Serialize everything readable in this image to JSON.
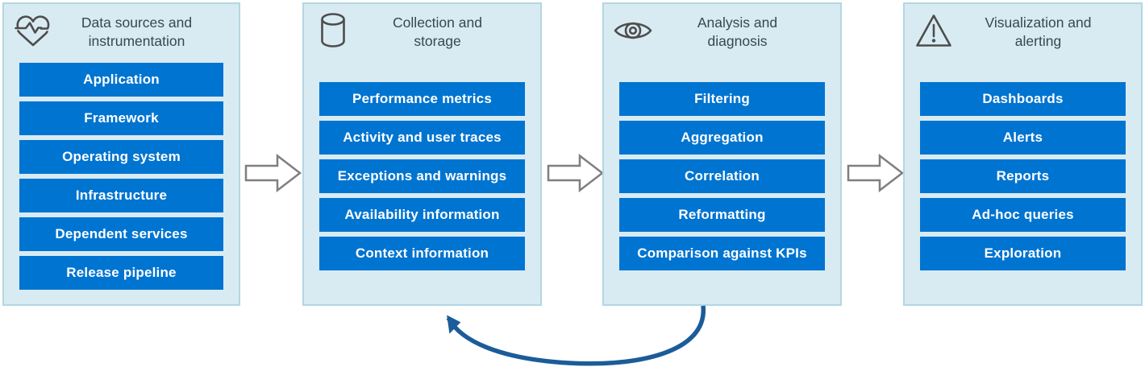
{
  "colors": {
    "item_fill": "#0074d1",
    "item_text": "#ffffff",
    "panel_fill": "#d9ebf2",
    "panel_border": "#b1d7e3",
    "title_text": "#37474f",
    "icon_stroke": "#4d4d4d",
    "flow_arrow_fill": "#ffffff",
    "flow_arrow_stroke": "#7f7f7f",
    "feedback_arrow": "#1b5c99"
  },
  "columns": [
    {
      "title": "Data sources and\ninstrumentation",
      "icon": "heartbeat-icon",
      "items": [
        "Application",
        "Framework",
        "Operating system",
        "Infrastructure",
        "Dependent services",
        "Release pipeline"
      ]
    },
    {
      "title": "Collection and\nstorage",
      "icon": "database-icon",
      "items": [
        "Performance metrics",
        "Activity and user traces",
        "Exceptions and warnings",
        "Availability information",
        "Context information"
      ]
    },
    {
      "title": "Analysis and\ndiagnosis",
      "icon": "eye-icon",
      "items": [
        "Filtering",
        "Aggregation",
        "Correlation",
        "Reformatting",
        "Comparison against KPIs"
      ]
    },
    {
      "title": "Visualization and\nalerting",
      "icon": "warning-triangle-icon",
      "items": [
        "Dashboards",
        "Alerts",
        "Reports",
        "Ad-hoc queries",
        "Exploration"
      ]
    }
  ],
  "flow_arrows": [
    {
      "from": "Data sources and instrumentation",
      "to": "Collection and storage"
    },
    {
      "from": "Collection and storage",
      "to": "Analysis and diagnosis"
    },
    {
      "from": "Analysis and diagnosis",
      "to": "Visualization and alerting"
    }
  ],
  "feedback_arrow": {
    "from": "Analysis and diagnosis",
    "to": "Collection and storage",
    "shape": "bottom curved loop, right to left"
  }
}
